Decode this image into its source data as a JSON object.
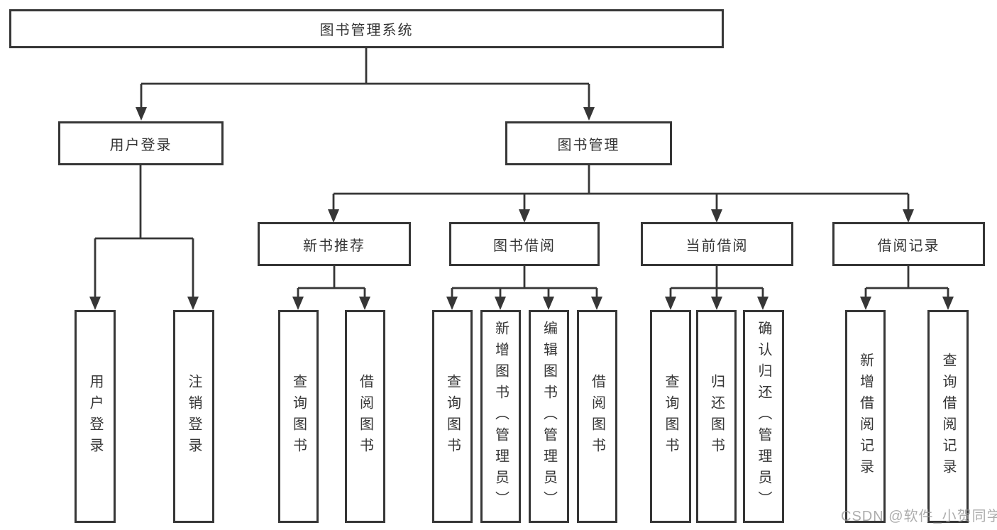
{
  "diagram": {
    "title_node": {
      "label": "图书管理系统"
    },
    "level2": {
      "user_login": {
        "label": "用户登录"
      },
      "book_mgmt": {
        "label": "图书管理"
      }
    },
    "level3": {
      "new_book_rec": {
        "label": "新书推荐"
      },
      "book_borrow": {
        "label": "图书借阅"
      },
      "current_borrow": {
        "label": "当前借阅"
      },
      "borrow_record": {
        "label": "借阅记录"
      }
    },
    "leaves": {
      "login": {
        "label": "用户登录"
      },
      "logout": {
        "label": "注销登录"
      },
      "rec_query": {
        "label": "查询图书"
      },
      "rec_borrow": {
        "label": "借阅图书"
      },
      "bor_query": {
        "label": "查询图书"
      },
      "bor_add": {
        "label": "新增图书（管理员）"
      },
      "bor_edit": {
        "label": "编辑图书（管理员）"
      },
      "bor_borrow": {
        "label": "借阅图书"
      },
      "cur_query": {
        "label": "查询图书"
      },
      "cur_return": {
        "label": "归还图书"
      },
      "cur_confirm": {
        "label": "确认归还（管理员）"
      },
      "rcd_add": {
        "label": "新增借阅记录"
      },
      "rcd_query": {
        "label": "查询借阅记录"
      }
    },
    "colors": {
      "line": "#363636",
      "box_background": "#ffffff",
      "text": "#363636",
      "watermark": "#989898"
    },
    "watermark": "CSDN @软件_小贺同学"
  }
}
